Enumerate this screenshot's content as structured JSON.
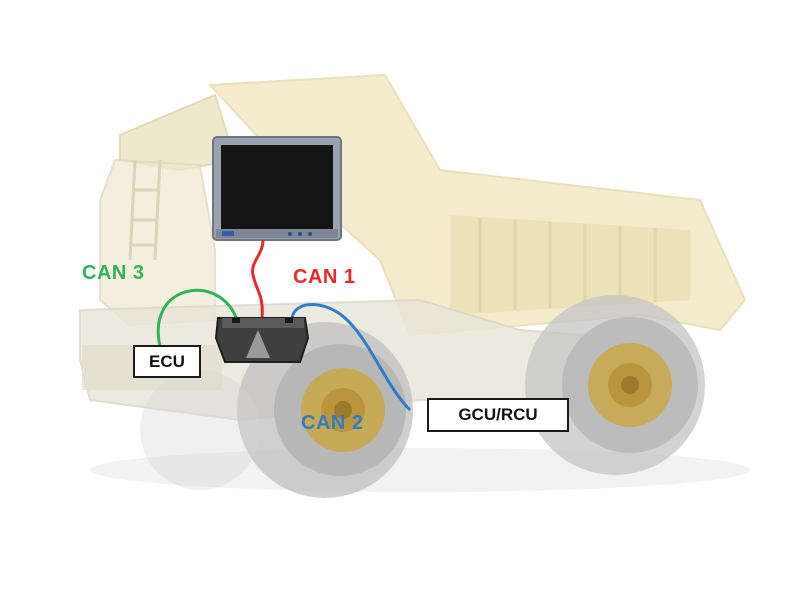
{
  "labels": {
    "can1": "CAN 1",
    "can2": "CAN 2",
    "can3": "CAN 3",
    "ecu": "ECU",
    "gcu_rcu": "GCU/RCU"
  },
  "colors": {
    "can1": "#e8282b",
    "can2": "#2f7cc9",
    "can3": "#2fb356",
    "truck_body": "#f3ebc8",
    "wheel": "#c9c9c9",
    "hub": "#c9a84a"
  }
}
